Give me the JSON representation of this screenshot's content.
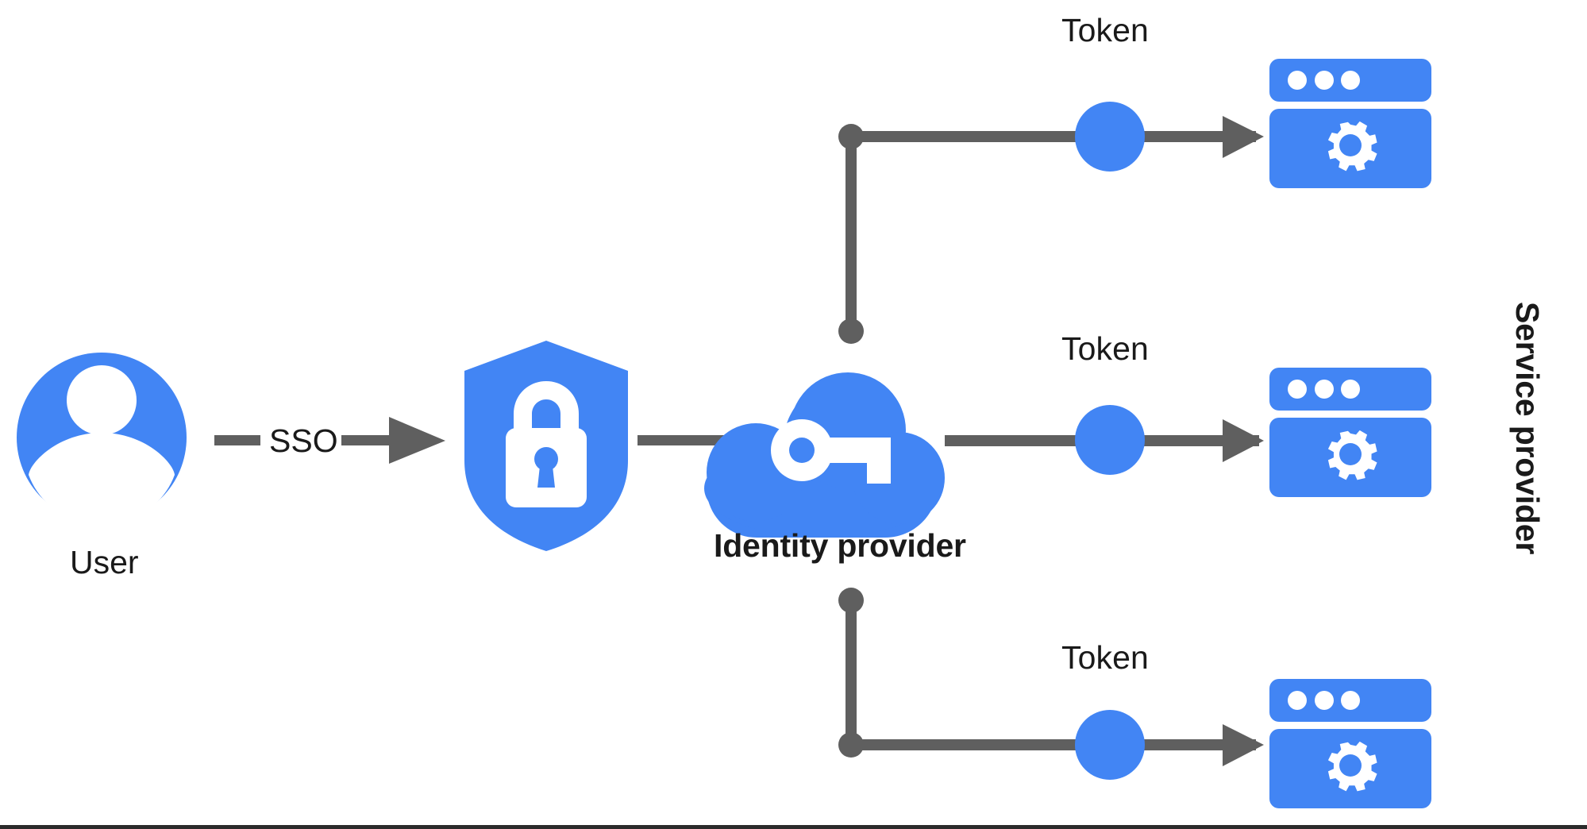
{
  "diagram": {
    "title": "Single sign-on (SSO) flow from user through identity provider to service providers",
    "colors": {
      "blue": "#4285F4",
      "gray": "#5F5F5F",
      "text": "#1a1a1a",
      "white": "#FFFFFF",
      "rule": "#2b2b2b"
    },
    "nodes": {
      "user": {
        "label": "User",
        "icon": "user-avatar-icon"
      },
      "auth_shield": {
        "label": "",
        "icon": "shield-lock-icon"
      },
      "identity_provider": {
        "label": "Identity provider",
        "icon": "cloud-key-icon"
      },
      "service_provider_group": {
        "label": "Service provider"
      }
    },
    "edges": {
      "sso": {
        "label": "SSO"
      }
    },
    "service_providers": [
      {
        "token_label": "Token",
        "icon": "browser-window-gear-icon",
        "row": "top"
      },
      {
        "token_label": "Token",
        "icon": "browser-window-gear-icon",
        "row": "middle"
      },
      {
        "token_label": "Token",
        "icon": "browser-window-gear-icon",
        "row": "bottom"
      }
    ]
  }
}
